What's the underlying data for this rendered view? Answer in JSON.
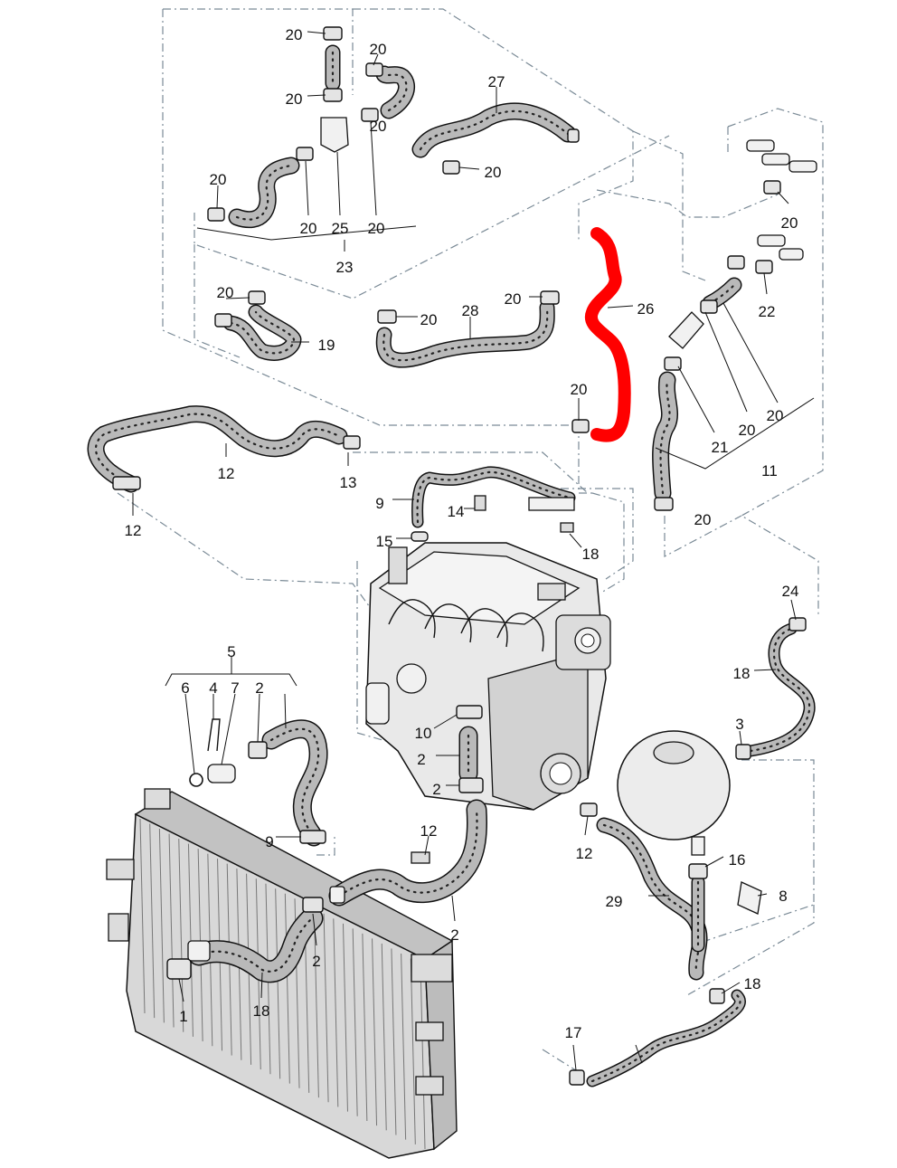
{
  "diagram": {
    "highlight_color": "#ff0000",
    "hose_fill": "#b9b9b9",
    "labels": [
      "20",
      "20",
      "20",
      "20",
      "27",
      "20",
      "20",
      "20",
      "25",
      "20",
      "23",
      "20",
      "20",
      "28",
      "20",
      "19",
      "26",
      "20",
      "20",
      "22",
      "20",
      "20",
      "21",
      "20",
      "11",
      "12",
      "12",
      "13",
      "9",
      "14",
      "15",
      "18",
      "24",
      "18",
      "3",
      "5",
      "6",
      "4",
      "7",
      "2",
      "10",
      "2",
      "2",
      "9",
      "12",
      "12",
      "16",
      "29",
      "8",
      "2",
      "2",
      "1",
      "18",
      "18",
      "17"
    ]
  }
}
